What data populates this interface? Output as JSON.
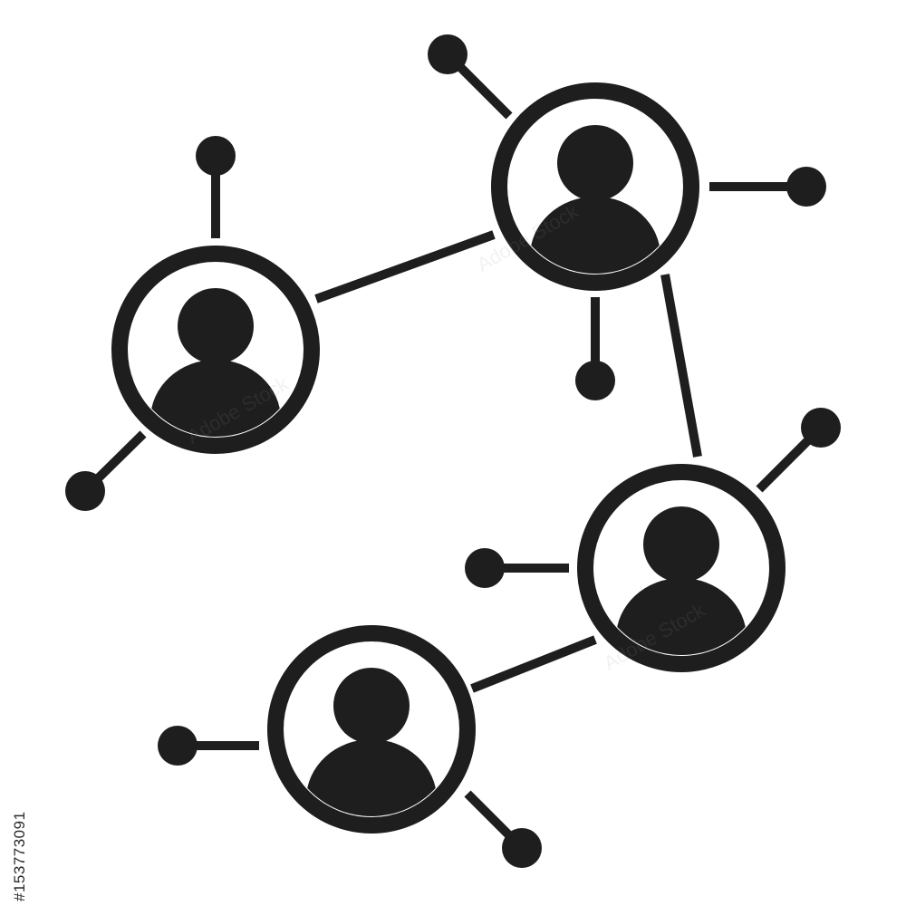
{
  "diagram": {
    "type": "social-network-icon",
    "nodes": [
      {
        "id": "person-top",
        "icon": "user-icon"
      },
      {
        "id": "person-left",
        "icon": "user-icon"
      },
      {
        "id": "person-right",
        "icon": "user-icon"
      },
      {
        "id": "person-bottom",
        "icon": "user-icon"
      }
    ],
    "edges": [
      {
        "from": "person-left",
        "to": "person-top"
      },
      {
        "from": "person-top",
        "to": "person-right"
      },
      {
        "from": "person-right",
        "to": "person-bottom"
      }
    ],
    "colors": {
      "ink": "#1e1e1e",
      "background": "#ffffff"
    }
  },
  "watermark": {
    "stock_id": "#153773091",
    "text": "Adobe Stock"
  }
}
